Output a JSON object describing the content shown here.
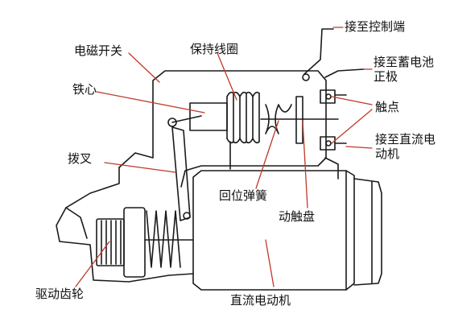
{
  "labels": {
    "electromagnetic_switch": "电磁开关",
    "holding_coil": "保持线圈",
    "to_control_terminal": "接至控制端",
    "to_battery_positive": "接至蓄电池正极",
    "iron_core": "铁心",
    "contacts": "触点",
    "to_dc_motor": "接至直流电动机",
    "shift_fork": "拨叉",
    "return_spring": "回位弹簧",
    "moving_contact_disc": "动触盘",
    "drive_gear": "驱动齿轮",
    "dc_motor": "直流电动机"
  },
  "colors": {
    "line": "#1a1a1a",
    "leader": "#c0392b",
    "text": "#111111",
    "background": "#ffffff"
  }
}
